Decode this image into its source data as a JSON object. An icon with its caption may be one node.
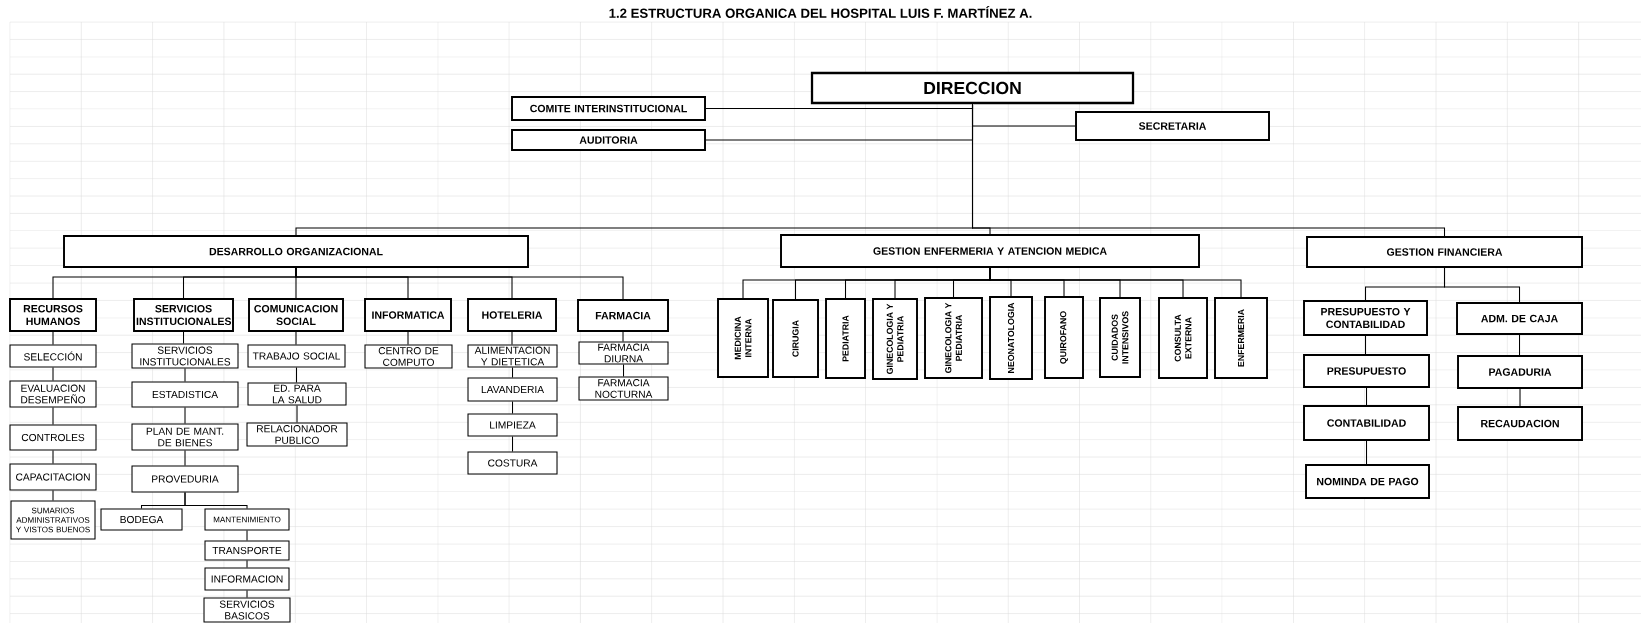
{
  "diagram": {
    "title": "1.2 ESTRUCTURA ORGANICA DEL HOSPITAL LUIS F. MARTÍNEZ A.",
    "nodes": [
      {
        "text": [
          "DIRECCION"
        ]
      },
      {
        "text": [
          "COMITE INTERINSTITUCIONAL"
        ]
      },
      {
        "text": [
          "AUDITORIA"
        ]
      },
      {
        "text": [
          "SECRETARIA"
        ]
      },
      {
        "text": [
          "DESARROLLO ORGANIZACIONAL"
        ]
      },
      {
        "text": [
          "GESTION ENFERMERIA Y ATENCION MEDICA"
        ]
      },
      {
        "text": [
          "GESTION FINANCIERA"
        ]
      },
      {
        "text": [
          "RECURSOS HUMANOS"
        ]
      },
      {
        "text": [
          "SERVICIOS INSTITUCIONALES"
        ]
      },
      {
        "text": [
          "COMUNICACION SOCIAL"
        ]
      },
      {
        "text": [
          "INFORMATICA"
        ]
      },
      {
        "text": [
          "HOTELERIA"
        ]
      },
      {
        "text": [
          "FARMACIA"
        ]
      },
      {
        "text": [
          "SELECCIÓN"
        ]
      },
      {
        "text": [
          "EVALUACION DESEMPEÑO"
        ]
      },
      {
        "text": [
          "CONTROLES"
        ]
      },
      {
        "text": [
          "CAPACITACION"
        ]
      },
      {
        "text": [
          "SUMARIOS ADMINISTRATIVOS Y VISTOS BUENOS"
        ]
      },
      {
        "text": [
          "SERVICIOS INSTITUCIONALES"
        ]
      },
      {
        "text": [
          "ESTADISTICA"
        ]
      },
      {
        "text": [
          "PLAN DE MANT. DE BIENES"
        ]
      },
      {
        "text": [
          "PROVEDURIA"
        ]
      },
      {
        "text": [
          "BODEGA"
        ]
      },
      {
        "text": [
          "MANTENIMIENTO"
        ]
      },
      {
        "text": [
          "TRANSPORTE"
        ]
      },
      {
        "text": [
          "INFORMACION"
        ]
      },
      {
        "text": [
          "SERVICIOS BASICOS"
        ]
      },
      {
        "text": [
          "TRABAJO SOCIAL"
        ]
      },
      {
        "text": [
          "ED. PARA LA SALUD"
        ]
      },
      {
        "text": [
          "RELACIONADOR PUBLICO"
        ]
      },
      {
        "text": [
          "CENTRO DE COMPUTO"
        ]
      },
      {
        "text": [
          "ALIMENTACION Y DIETETICA"
        ]
      },
      {
        "text": [
          "LAVANDERIA"
        ]
      },
      {
        "text": [
          "LIMPIEZA"
        ]
      },
      {
        "text": [
          "COSTURA"
        ]
      },
      {
        "text": [
          "FARMACIA DIURNA"
        ]
      },
      {
        "text": [
          "FARMACIA NOCTURNA"
        ]
      },
      {
        "text": [
          "MEDICINA INTERNA"
        ]
      },
      {
        "text": [
          "CIRUGIA"
        ]
      },
      {
        "text": [
          "PEDIATRIA"
        ]
      },
      {
        "text": [
          "GINECOLOGIA Y PEDIATRIA"
        ]
      },
      {
        "text": [
          "GINECOLOGIA Y PEDIATRIA"
        ]
      },
      {
        "text": [
          "NEONATOLOGIA"
        ]
      },
      {
        "text": [
          "QUIROFANO"
        ]
      },
      {
        "text": [
          "CUIDADOS INTENSIVOS"
        ]
      },
      {
        "text": [
          "CONSULTA EXTERNA"
        ]
      },
      {
        "text": [
          "ENFERMERIA"
        ]
      },
      {
        "text": [
          "PRESUPUESTO Y CONTABILIDAD"
        ]
      },
      {
        "text": [
          "ADM. DE CAJA"
        ]
      },
      {
        "text": [
          "PRESUPUESTO"
        ]
      },
      {
        "text": [
          "CONTABILIDAD"
        ]
      },
      {
        "text": [
          "NOMINDA DE PAGO"
        ]
      },
      {
        "text": [
          "PAGADURIA"
        ]
      },
      {
        "text": [
          "RECAUDACION"
        ]
      }
    ],
    "edges": [
      {
        "from": 0,
        "to": 1,
        "arrow": "none"
      },
      {
        "from": 0,
        "to": 2,
        "arrow": "none"
      },
      {
        "from": 0,
        "to": 3,
        "arrow": "none"
      },
      {
        "from": 0,
        "to": 4,
        "arrow": "none"
      },
      {
        "from": 0,
        "to": 5,
        "arrow": "none"
      },
      {
        "from": 0,
        "to": 6,
        "arrow": "none"
      },
      {
        "from": 4,
        "to": 7,
        "arrow": "none"
      },
      {
        "from": 4,
        "to": 8,
        "arrow": "none"
      },
      {
        "from": 4,
        "to": 9,
        "arrow": "none"
      },
      {
        "from": 4,
        "to": 10,
        "arrow": "none"
      },
      {
        "from": 4,
        "to": 11,
        "arrow": "none"
      },
      {
        "from": 4,
        "to": 12,
        "arrow": "none"
      },
      {
        "from": 7,
        "to": 13,
        "arrow": "none"
      },
      {
        "from": 13,
        "to": 14,
        "arrow": "none"
      },
      {
        "from": 14,
        "to": 15,
        "arrow": "none"
      },
      {
        "from": 15,
        "to": 16,
        "arrow": "none"
      },
      {
        "from": 16,
        "to": 17,
        "arrow": "none"
      },
      {
        "from": 8,
        "to": 18,
        "arrow": "none"
      },
      {
        "from": 18,
        "to": 19,
        "arrow": "none"
      },
      {
        "from": 19,
        "to": 20,
        "arrow": "none"
      },
      {
        "from": 20,
        "to": 21,
        "arrow": "none"
      },
      {
        "from": 21,
        "to": 22,
        "arrow": "none"
      },
      {
        "from": 21,
        "to": 23,
        "arrow": "none"
      },
      {
        "from": 23,
        "to": 24,
        "arrow": "none"
      },
      {
        "from": 24,
        "to": 25,
        "arrow": "none"
      },
      {
        "from": 25,
        "to": 26,
        "arrow": "none"
      },
      {
        "from": 9,
        "to": 27,
        "arrow": "none"
      },
      {
        "from": 27,
        "to": 28,
        "arrow": "none"
      },
      {
        "from": 28,
        "to": 29,
        "arrow": "none"
      },
      {
        "from": 10,
        "to": 30,
        "arrow": "none"
      },
      {
        "from": 11,
        "to": 31,
        "arrow": "none"
      },
      {
        "from": 31,
        "to": 32,
        "arrow": "none"
      },
      {
        "from": 32,
        "to": 33,
        "arrow": "none"
      },
      {
        "from": 33,
        "to": 34,
        "arrow": "none"
      },
      {
        "from": 12,
        "to": 35,
        "arrow": "none"
      },
      {
        "from": 35,
        "to": 36,
        "arrow": "none"
      },
      {
        "from": 5,
        "to": 37,
        "arrow": "none"
      },
      {
        "from": 5,
        "to": 38,
        "arrow": "none"
      },
      {
        "from": 5,
        "to": 39,
        "arrow": "none"
      },
      {
        "from": 5,
        "to": 40,
        "arrow": "none"
      },
      {
        "from": 5,
        "to": 41,
        "arrow": "none"
      },
      {
        "from": 5,
        "to": 42,
        "arrow": "none"
      },
      {
        "from": 5,
        "to": 43,
        "arrow": "none"
      },
      {
        "from": 5,
        "to": 44,
        "arrow": "none"
      },
      {
        "from": 5,
        "to": 45,
        "arrow": "none"
      },
      {
        "from": 5,
        "to": 46,
        "arrow": "none"
      },
      {
        "from": 6,
        "to": 47,
        "arrow": "none"
      },
      {
        "from": 6,
        "to": 48,
        "arrow": "none"
      },
      {
        "from": 47,
        "to": 49,
        "arrow": "none"
      },
      {
        "from": 49,
        "to": 50,
        "arrow": "none"
      },
      {
        "from": 50,
        "to": 51,
        "arrow": "none"
      },
      {
        "from": 48,
        "to": 52,
        "arrow": "none"
      },
      {
        "from": 52,
        "to": 53,
        "arrow": "none"
      }
    ]
  }
}
